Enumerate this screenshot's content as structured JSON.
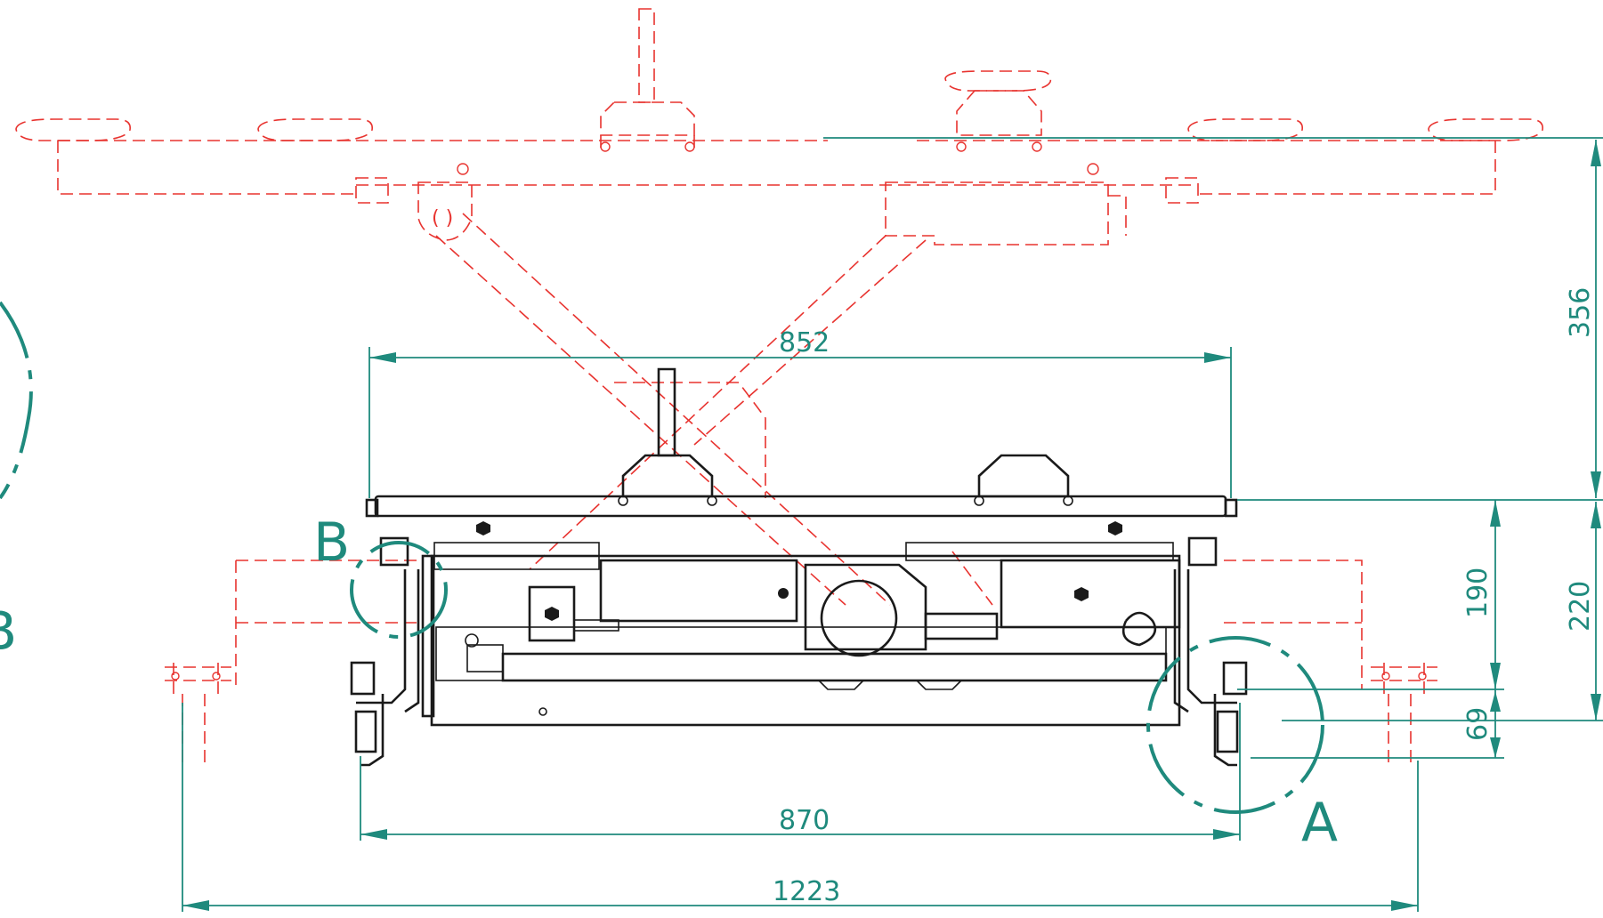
{
  "colors": {
    "dimension": "#1f8a7d",
    "raised_position": "#e8332f",
    "lowered_position": "#1a1a1a",
    "background": "#ffffff"
  },
  "dimensions": {
    "width_top": "852",
    "width_base": "870",
    "width_overall": "1223",
    "height_raised": "356",
    "height_lowered": "220",
    "height_platform": "190",
    "height_foot": "69"
  },
  "details": {
    "detail_a": "A",
    "detail_b": "B",
    "detail_edge": "B"
  }
}
